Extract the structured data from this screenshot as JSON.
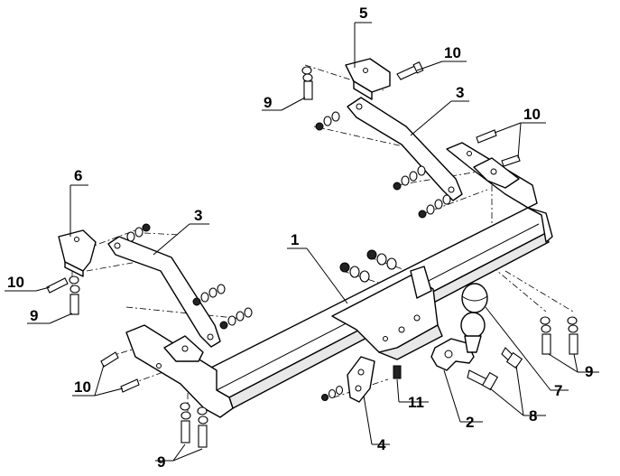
{
  "callouts": {
    "c1": "1",
    "c2": "2",
    "c3a": "3",
    "c3b": "3",
    "c4": "4",
    "c5": "5",
    "c6": "6",
    "c7": "7",
    "c8": "8",
    "c9a": "9",
    "c9b": "9",
    "c9c": "9",
    "c9d": "9",
    "c10a": "10",
    "c10b": "10",
    "c10c": "10",
    "c10d": "10",
    "c11": "11"
  },
  "colors": {
    "line": "#000000",
    "background": "#ffffff"
  }
}
